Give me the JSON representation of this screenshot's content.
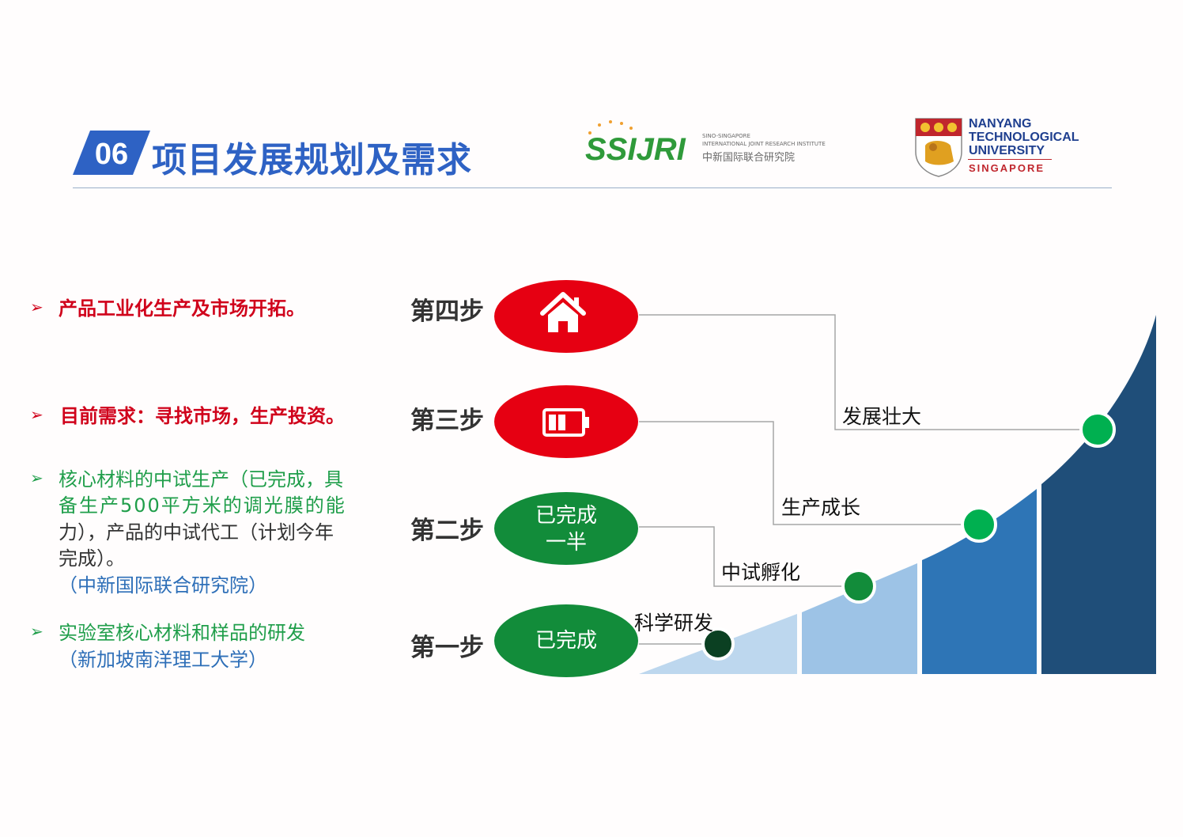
{
  "header": {
    "number": "06",
    "title": "项目发展规划及需求",
    "accent_color": "#2e62c4"
  },
  "logos": {
    "ssijri": {
      "mark": "SSIJRI",
      "sub_line1": "SINO-SINGAPORE",
      "sub_line2": "INTERNATIONAL JOINT RESEARCH INSTITUTE",
      "cn_name": "中新国际联合研究院"
    },
    "ntu": {
      "line1": "NANYANG",
      "line2": "TECHNOLOGICAL",
      "line3": "UNIVERSITY",
      "line4": "SINGAPORE"
    }
  },
  "bullets": {
    "step4": "产品工业化生产及市场开拓。",
    "step3": "目前需求：寻找市场，生产投资。",
    "step2_line1": "核心材料的中试生产（已完成，具",
    "step2_line2": "备生产500平方米的调光膜的能",
    "step2_line3": "力），产品的中试代工（计划今年",
    "step2_line4": "完成）。",
    "step2_line5": "（中新国际联合研究院）",
    "step1_line1": "实验室核心材料和样品的研发",
    "step1_line2": "（新加坡南洋理工大学）"
  },
  "steps": {
    "s4": {
      "label": "第四步",
      "icon": "home-icon",
      "color": "#e60012"
    },
    "s3": {
      "label": "第三步",
      "icon": "battery-icon",
      "color": "#e60012"
    },
    "s2": {
      "label": "第二步",
      "status_line1": "已完成",
      "status_line2": "一半",
      "color": "#128c3a"
    },
    "s1": {
      "label": "第一步",
      "status": "已完成",
      "color": "#128c3a"
    }
  },
  "stages": {
    "s1": "科学研发",
    "s2": "中试孵化",
    "s3": "生产成长",
    "s4": "发展壮大"
  },
  "colors": {
    "red_text": "#d0021b",
    "green_text": "#1f9e4a",
    "gray_text": "#333333",
    "blue_text": "#2e6fb8",
    "bar1": "#bdd7ee",
    "bar2": "#9dc3e6",
    "bar3": "#2e75b6",
    "bar4": "#1f4e79",
    "dot_dark": "#0b4022",
    "dot_light": "#00b050"
  }
}
